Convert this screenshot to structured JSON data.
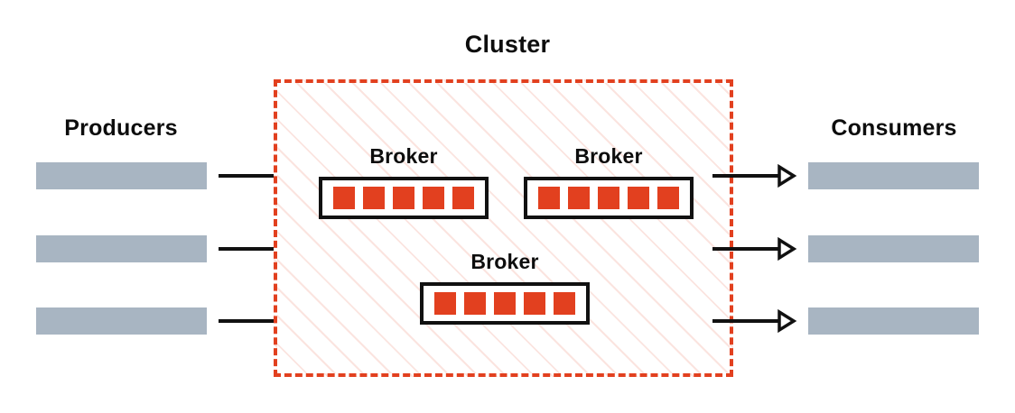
{
  "diagram": {
    "title": "Cluster",
    "type": "messaging-cluster-architecture",
    "colors": {
      "cluster_border": "#e2401f",
      "cluster_hatch": "#f7d5cd",
      "partition_red": "#e2401f",
      "endpoint_gray": "#a8b5c2",
      "arrow_black": "#111111",
      "broker_border": "#111111",
      "text": "#0d0d0d",
      "background": "#ffffff"
    }
  },
  "producers": {
    "label": "Producers",
    "nodes": [
      {
        "id": "producer-1"
      },
      {
        "id": "producer-2"
      },
      {
        "id": "producer-3"
      }
    ]
  },
  "consumers": {
    "label": "Consumers",
    "nodes": [
      {
        "id": "consumer-1"
      },
      {
        "id": "consumer-2"
      },
      {
        "id": "consumer-3"
      }
    ]
  },
  "cluster": {
    "label": "Cluster",
    "brokers": [
      {
        "label": "Broker",
        "partitions": 5
      },
      {
        "label": "Broker",
        "partitions": 5
      },
      {
        "label": "Broker",
        "partitions": 5
      }
    ]
  },
  "arrows": {
    "inbound": [
      {
        "from": "producer-1",
        "to": "cluster"
      },
      {
        "from": "producer-2",
        "to": "cluster"
      },
      {
        "from": "producer-3",
        "to": "cluster"
      }
    ],
    "outbound": [
      {
        "from": "cluster",
        "to": "consumer-1"
      },
      {
        "from": "cluster",
        "to": "consumer-2"
      },
      {
        "from": "cluster",
        "to": "consumer-3"
      }
    ]
  }
}
